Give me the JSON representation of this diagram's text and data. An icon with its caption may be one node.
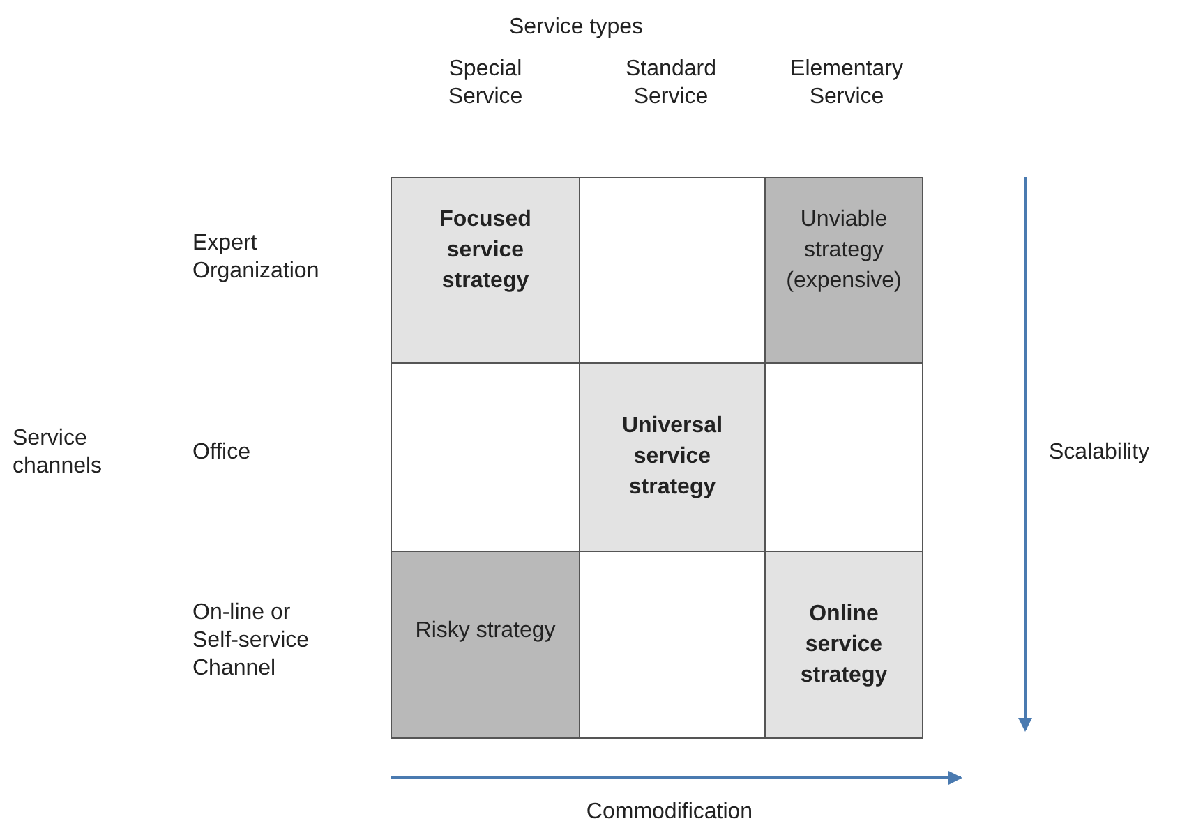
{
  "diagram": {
    "nodes": [
      {
        "text": [
          "Focused service strategy"
        ]
      },
      {
        "text": [],
        "shape": "box"
      },
      {
        "text": [
          "Unviable strategy (expensive)"
        ]
      },
      {
        "text": [],
        "shape": "box"
      },
      {
        "text": [
          "Universal service strategy"
        ]
      },
      {
        "text": [],
        "shape": "box"
      },
      {
        "text": [
          "Risky strategy"
        ]
      },
      {
        "text": [],
        "shape": "box"
      },
      {
        "text": [
          "Online service strategy"
        ]
      }
    ],
    "edges": [],
    "labels": [
      "Service types",
      "Special Service",
      "Standard Service",
      "Elementary Service",
      "Expert Organization",
      "Service channels",
      "Office",
      "Scalability",
      "On-line or Self-service Channel",
      "Commodification"
    ]
  }
}
